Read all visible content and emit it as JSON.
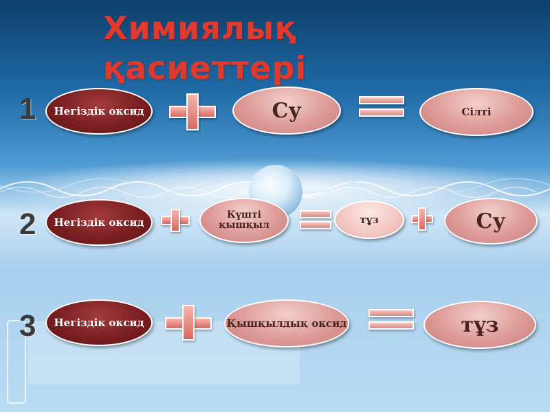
{
  "title": "Химиялық қасиеттері",
  "colors": {
    "accent": "#e0392e",
    "dark_oval": "#7a1f22",
    "light_oval": "#dd9b97"
  },
  "rows": [
    {
      "number": "1",
      "reactant1": "Негіздік оксид",
      "reactant2": "Су",
      "product1": "Сілті"
    },
    {
      "number": "2",
      "reactant1": "Негіздік оксид",
      "reactant2": "Күшті қышқыл",
      "product1": "тұз",
      "product2": "Су"
    },
    {
      "number": "3",
      "reactant1": "Негіздік оксид",
      "reactant2": "Қышқылдық оксид",
      "product1": "тұз"
    }
  ]
}
